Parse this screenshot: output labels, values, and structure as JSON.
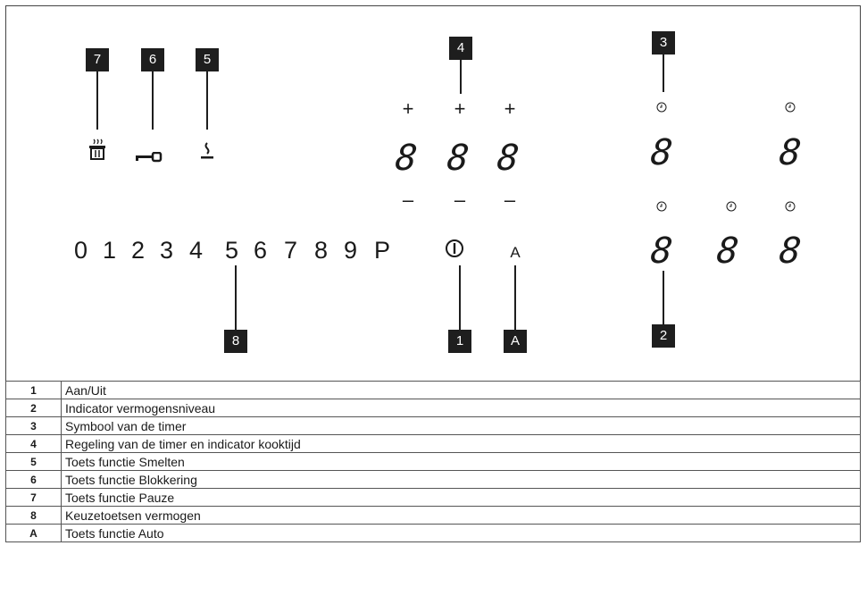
{
  "badges": {
    "b7": "7",
    "b6": "6",
    "b5": "5",
    "b4": "4",
    "b3": "3",
    "b8": "8",
    "b1": "1",
    "bA": "A",
    "b2": "2"
  },
  "keypad": [
    "0",
    "1",
    "2",
    "3",
    "4",
    "5",
    "6",
    "7",
    "8",
    "9",
    "P"
  ],
  "symbols": {
    "plus": "+",
    "minus": "–",
    "segment": "8",
    "auto": "A"
  },
  "legend": [
    {
      "key": "1",
      "text": "Aan/Uit"
    },
    {
      "key": "2",
      "text": "Indicator vermogensniveau"
    },
    {
      "key": "3",
      "text": "Symbool van de timer"
    },
    {
      "key": "4",
      "text": "Regeling van de timer en indicator kooktijd"
    },
    {
      "key": "5",
      "text": "Toets functie Smelten"
    },
    {
      "key": "6",
      "text": "Toets functie Blokkering"
    },
    {
      "key": "7",
      "text": "Toets functie Pauze"
    },
    {
      "key": "8",
      "text": "Keuzetoetsen vermogen"
    },
    {
      "key": "A",
      "text": "Toets functie Auto"
    }
  ]
}
